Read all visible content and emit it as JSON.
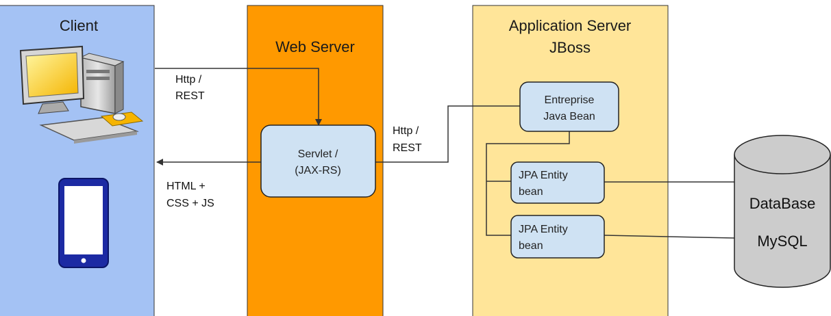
{
  "lanes": {
    "client": {
      "title": "Client",
      "fill": "#a4c2f4"
    },
    "web_server": {
      "title": "Web Server",
      "fill": "#ff9900"
    },
    "app_server": {
      "title_line1": "Application Server",
      "title_line2": "JBoss",
      "fill": "#ffe599"
    }
  },
  "nodes": {
    "servlet": {
      "line1": "Servlet /",
      "line2": "(JAX-RS)"
    },
    "ejb": {
      "line1": "Entreprise",
      "line2": "Java Bean"
    },
    "jpa_1": {
      "line1": "JPA Entity",
      "line2": "bean"
    },
    "jpa_2": {
      "line1": "JPA Entity",
      "line2": "bean"
    },
    "database": {
      "line1": "DataBase",
      "line2": "MySQL"
    }
  },
  "edges": {
    "client_to_servlet": {
      "line1": "Http /",
      "line2": "REST"
    },
    "servlet_to_client": {
      "line1": "HTML +",
      "line2": "CSS + JS"
    },
    "servlet_to_ejb": {
      "line1": "Http /",
      "line2": "REST"
    }
  },
  "icons": [
    "desktop-computer-icon",
    "smartphone-icon"
  ],
  "colors": {
    "node_fill": "#cfe2f3",
    "node_stroke": "#222222",
    "line": "#333333",
    "database_fill": "#cccccc"
  }
}
